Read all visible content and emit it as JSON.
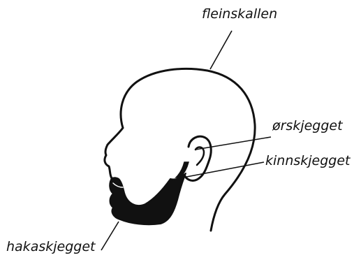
{
  "labels": {
    "top": "fleinskallen",
    "ear": "ørskjegget",
    "cheek": "kinnskjegget",
    "chin": "hakaskjegget"
  },
  "colors": {
    "ink": "#111111",
    "background": "#ffffff"
  }
}
